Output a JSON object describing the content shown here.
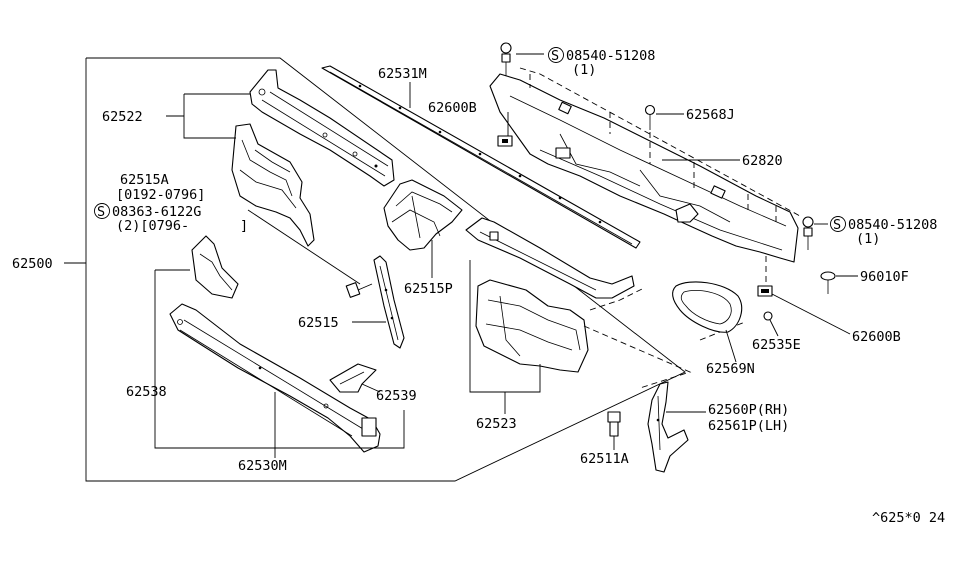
{
  "diagram": {
    "labels": {
      "p62531M": "62531M",
      "p08540_top": "08540-51208",
      "p08540_top_qty": "(1)",
      "p62600B_top": "62600B",
      "p62568J": "62568J",
      "p62522": "62522",
      "p62820": "62820",
      "p62515A": "62515A",
      "p62515A_date": "[0192-0796]",
      "p08363": "08363-6122G",
      "p08363_qty": "(2)[0796-",
      "p08363_close": "]",
      "p08540_right": "08540-51208",
      "p08540_right_qty": "(1)",
      "p62500": "62500",
      "p96010F": "96010F",
      "p62515P": "62515P",
      "p62515": "62515",
      "p62600B_right": "62600B",
      "p62535E": "62535E",
      "p62569N": "62569N",
      "p62538": "62538",
      "p62539": "62539",
      "p62523": "62523",
      "p62560P": "62560P(RH)",
      "p62561P": "62561P(LH)",
      "p62511A": "62511A",
      "p62530M": "62530M",
      "code": "^625*0 24"
    },
    "symbols": {
      "s": "S"
    }
  }
}
